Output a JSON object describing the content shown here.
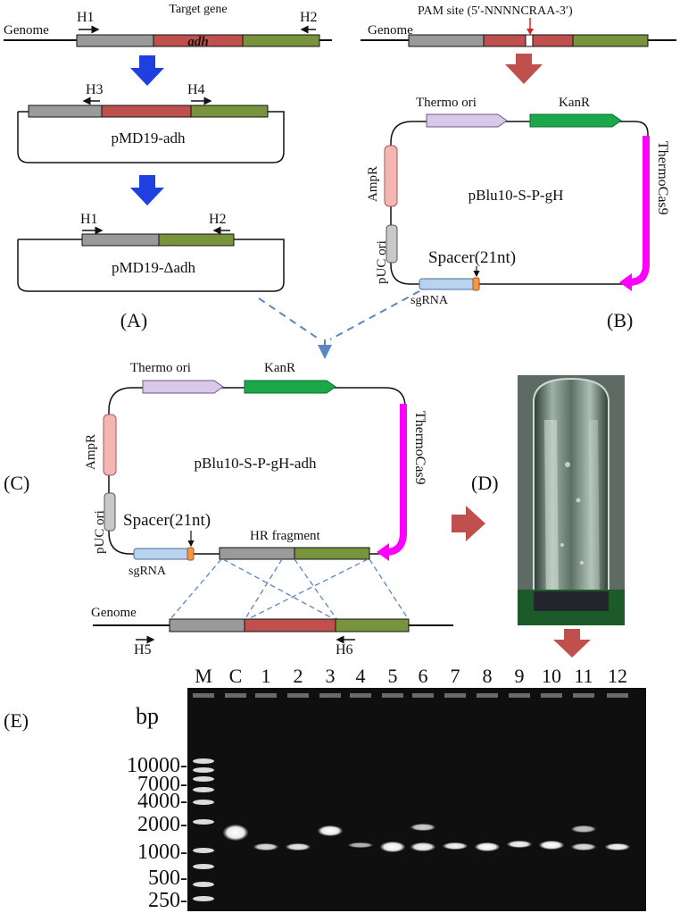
{
  "panel_a": {
    "label": "(A)",
    "genome_label": "Genome",
    "target_gene_label": "Target gene",
    "gene_name": "adh",
    "primers": {
      "h1": "H1",
      "h2": "H2",
      "h3": "H3",
      "h4": "H4"
    },
    "plasmid1": "pMD19-adh",
    "plasmid2": "pMD19-Δadh"
  },
  "panel_b": {
    "label": "(B)",
    "pam_label": "PAM site (5′-NNNNCRAA-3′)",
    "genome_label": "Genome",
    "thermo_ori": "Thermo ori",
    "kanr": "KanR",
    "ampr": "AmpR",
    "puc_ori": "pUC ori",
    "plasmid": "pBlu10-S-P-gH",
    "thermocas9": "ThermoCas9",
    "spacer": "Spacer(21nt)",
    "sgrna": "sgRNA"
  },
  "panel_c": {
    "label": "(C)",
    "thermo_ori": "Thermo ori",
    "kanr": "KanR",
    "ampr": "AmpR",
    "puc_ori": "pUC ori",
    "plasmid": "pBlu10-S-P-gH-adh",
    "thermocas9": "ThermoCas9",
    "spacer": "Spacer(21nt)",
    "sgrna": "sgRNA",
    "hr_fragment": "HR fragment",
    "genome_label": "Genome",
    "h5": "H5",
    "h6": "H6"
  },
  "panel_d": {
    "label": "(D)"
  },
  "panel_e": {
    "label": "(E)",
    "unit": "bp",
    "lanes": [
      "M",
      "C",
      "1",
      "2",
      "3",
      "4",
      "5",
      "6",
      "7",
      "8",
      "9",
      "10",
      "11",
      "12"
    ],
    "ladder": [
      "10000-",
      "7000-",
      "4000-",
      "2000-",
      "1000-",
      "500-",
      "250-"
    ]
  },
  "colors": {
    "gray": "#9a9a9a",
    "red": "#c0504d",
    "green": "#77933c",
    "magenta": "#ff00ff",
    "kanr_green": "#1aa84a",
    "thermo_lavender": "#d9c8ea",
    "ampr_pink": "#f3b6b3",
    "sgrna_blue": "#b9d3ef",
    "spacer_orange": "#f79646",
    "arrow_blue": "#1f3fe0",
    "arrow_red": "#c0504d",
    "dashed_blue": "#5b86c4"
  }
}
